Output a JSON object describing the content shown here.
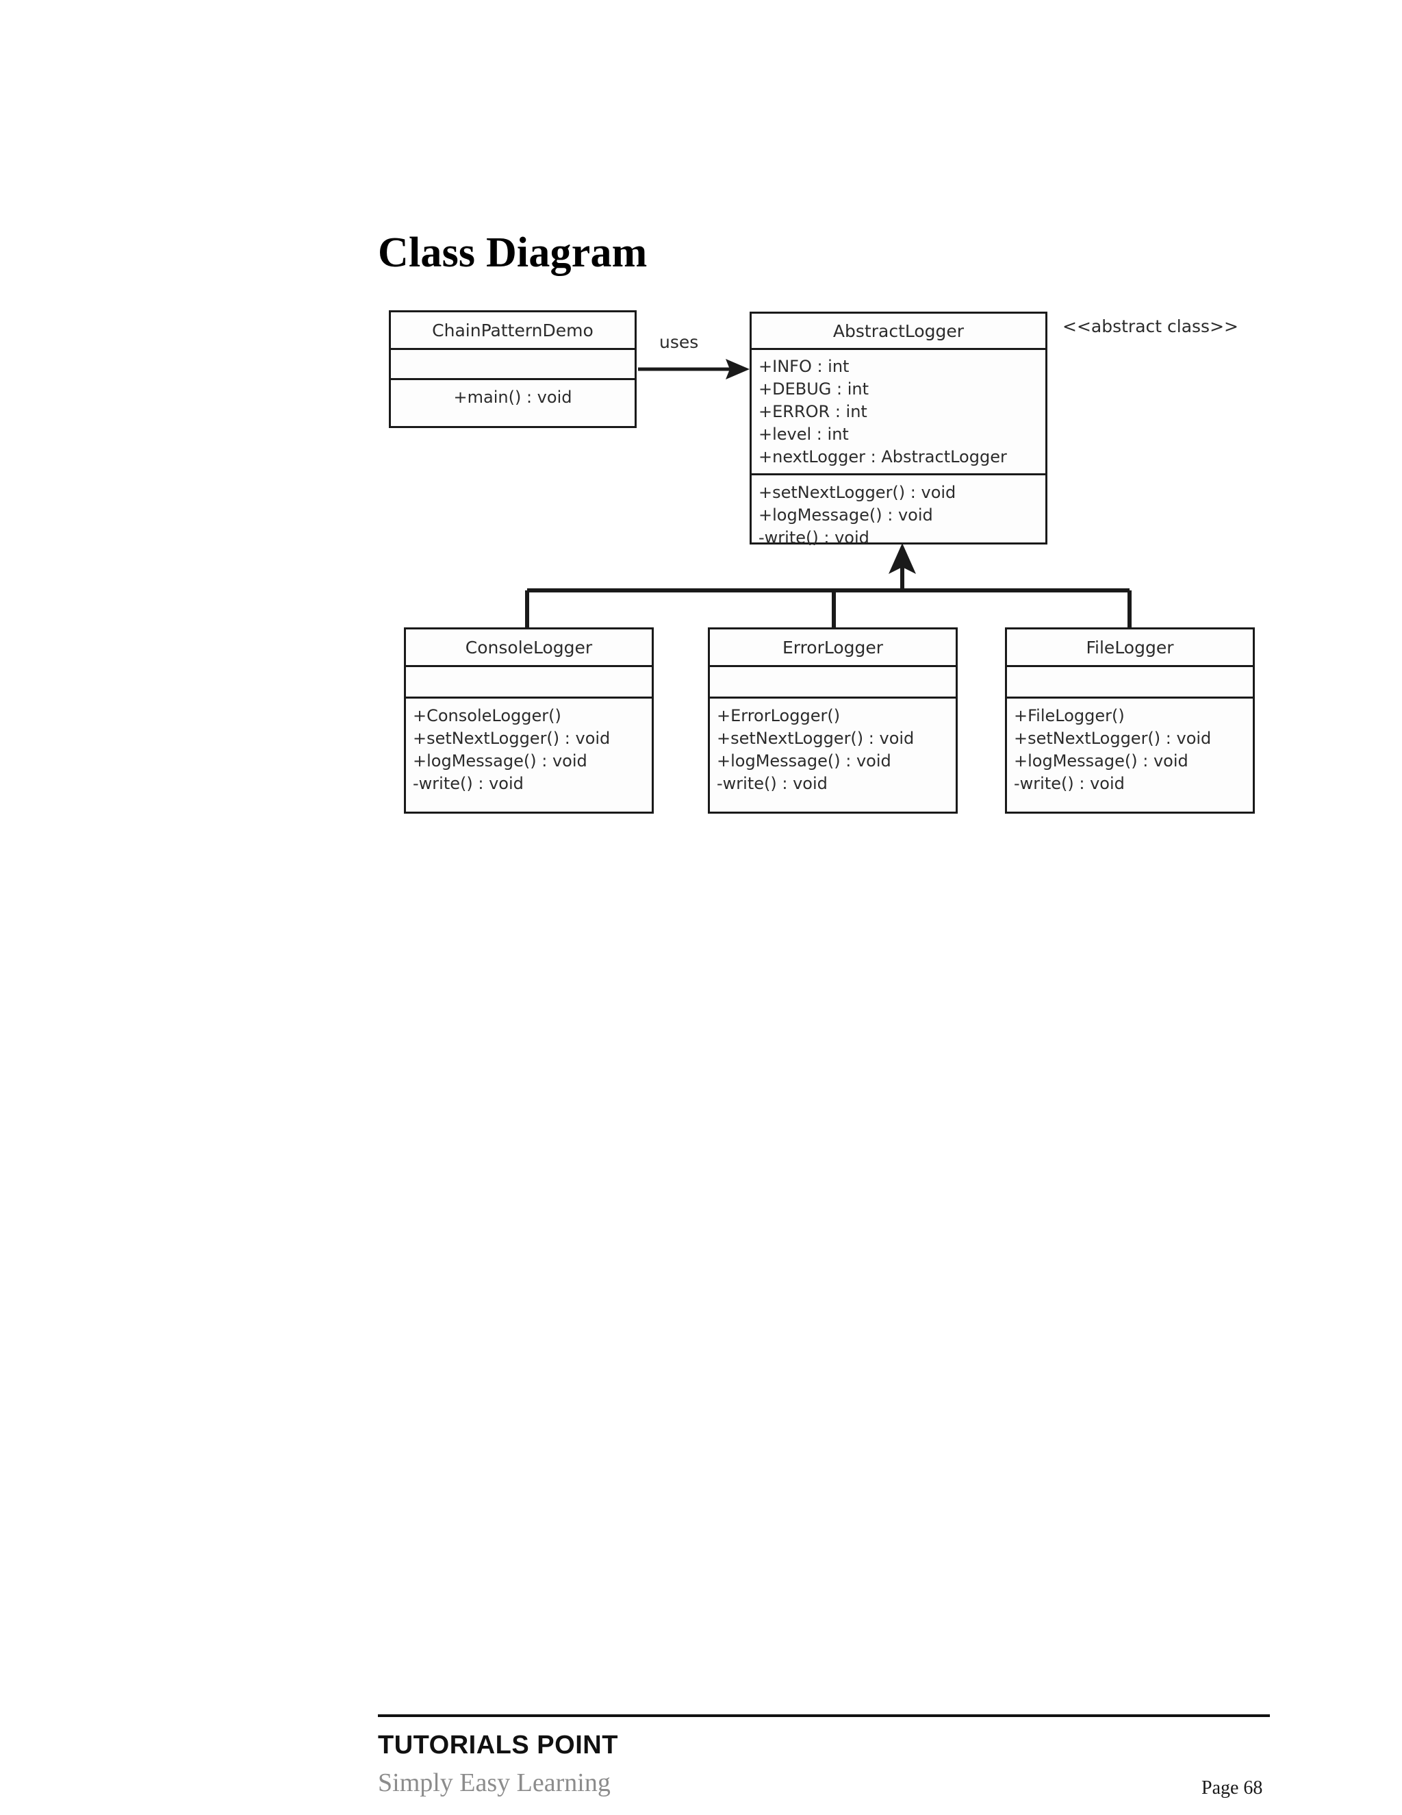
{
  "page": {
    "title": "Class Diagram"
  },
  "diagram": {
    "type": "uml-class-diagram",
    "stereotype_label": "<<abstract class>>",
    "uses_label": "uses",
    "classes": [
      {
        "key": "chainpatterndemo",
        "name": "ChainPatternDemo",
        "attributes": [],
        "operations": [
          "+main() : void"
        ]
      },
      {
        "key": "abstractlogger",
        "name": "AbstractLogger",
        "stereotype": "<<abstract class>>",
        "attributes": [
          "+INFO  : int",
          "+DEBUG : int",
          "+ERROR : int",
          "+level : int",
          "+nextLogger : AbstractLogger"
        ],
        "operations": [
          "+setNextLogger()  : void",
          "+logMessage()  : void",
          "-write() : void"
        ]
      },
      {
        "key": "consolelogger",
        "name": "ConsoleLogger",
        "attributes": [],
        "operations": [
          "+ConsoleLogger()",
          "+setNextLogger()  : void",
          "+logMessage()  : void",
          "-write() : void"
        ]
      },
      {
        "key": "errorlogger",
        "name": "ErrorLogger",
        "attributes": [],
        "operations": [
          "+ErrorLogger()",
          "+setNextLogger()  : void",
          "+logMessage()  : void",
          "-write() : void"
        ]
      },
      {
        "key": "filelogger",
        "name": "FileLogger",
        "attributes": [],
        "operations": [
          "+FileLogger()",
          "+setNextLogger()  : void",
          "+logMessage()  : void",
          "-write() : void"
        ]
      }
    ],
    "relationships": [
      {
        "kind": "dependency",
        "label": "uses",
        "from": "ChainPatternDemo",
        "to": "AbstractLogger"
      },
      {
        "kind": "generalization",
        "from": "ConsoleLogger",
        "to": "AbstractLogger"
      },
      {
        "kind": "generalization",
        "from": "ErrorLogger",
        "to": "AbstractLogger"
      },
      {
        "kind": "generalization",
        "from": "FileLogger",
        "to": "AbstractLogger"
      }
    ]
  },
  "footer": {
    "brand": "TUTORIALS POINT",
    "tagline": "Simply Easy Learning",
    "page_label": "Page 68"
  },
  "colors": {
    "ink": "#1a1a1a",
    "text": "#2b2b2b",
    "tagline_gray": "#8c8c8c",
    "paper": "#ffffff"
  }
}
